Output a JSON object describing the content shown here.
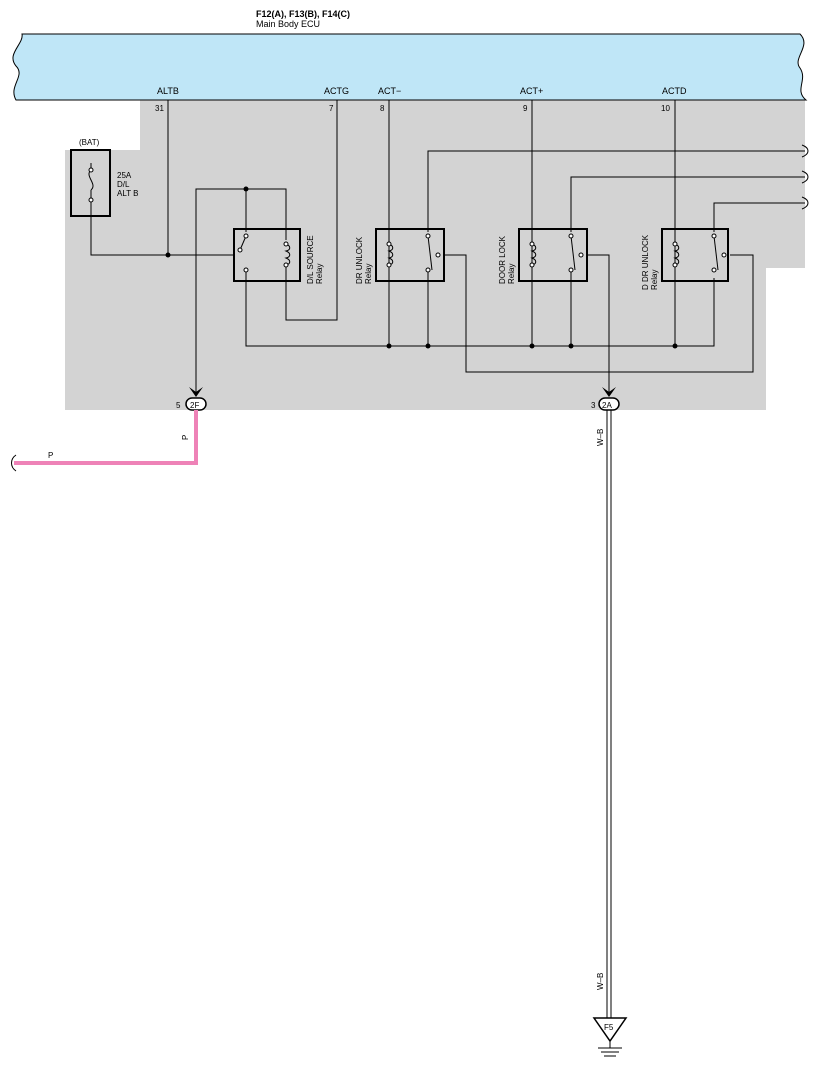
{
  "header": {
    "connectors": "F12(A), F13(B), F14(C)",
    "ecu_name": "Main Body ECU"
  },
  "pins": [
    {
      "name": "ALTB",
      "number": "31"
    },
    {
      "name": "ACTG",
      "number": "7"
    },
    {
      "name": "ACT−",
      "number": "8"
    },
    {
      "name": "ACT+",
      "number": "9"
    },
    {
      "name": "ACTD",
      "number": "10"
    }
  ],
  "fuse": {
    "source": "(BAT)",
    "rating": "25A",
    "line1": "D/L",
    "line2": "ALT B"
  },
  "relays": [
    {
      "name": "D/L SOURCE",
      "sub": "Relay"
    },
    {
      "name": "DR UNLOCK",
      "sub": "Relay"
    },
    {
      "name": "DOOR LOCK",
      "sub": "Relay"
    },
    {
      "name": "D DR UNLOCK",
      "sub": "Relay"
    }
  ],
  "connectors": [
    {
      "pin": "5",
      "id": "2F"
    },
    {
      "pin": "3",
      "id": "2A"
    }
  ],
  "wires": {
    "pink_left": "P",
    "pink_vertical": "P",
    "wb_top": "W–B",
    "wb_bottom": "W–B"
  },
  "ground": {
    "id": "F5"
  },
  "colors": {
    "ecu_fill": "#bfe6f7",
    "inner_fill": "#d3d3d3",
    "pink_wire": "#ee82b7",
    "wire": "#000000"
  }
}
